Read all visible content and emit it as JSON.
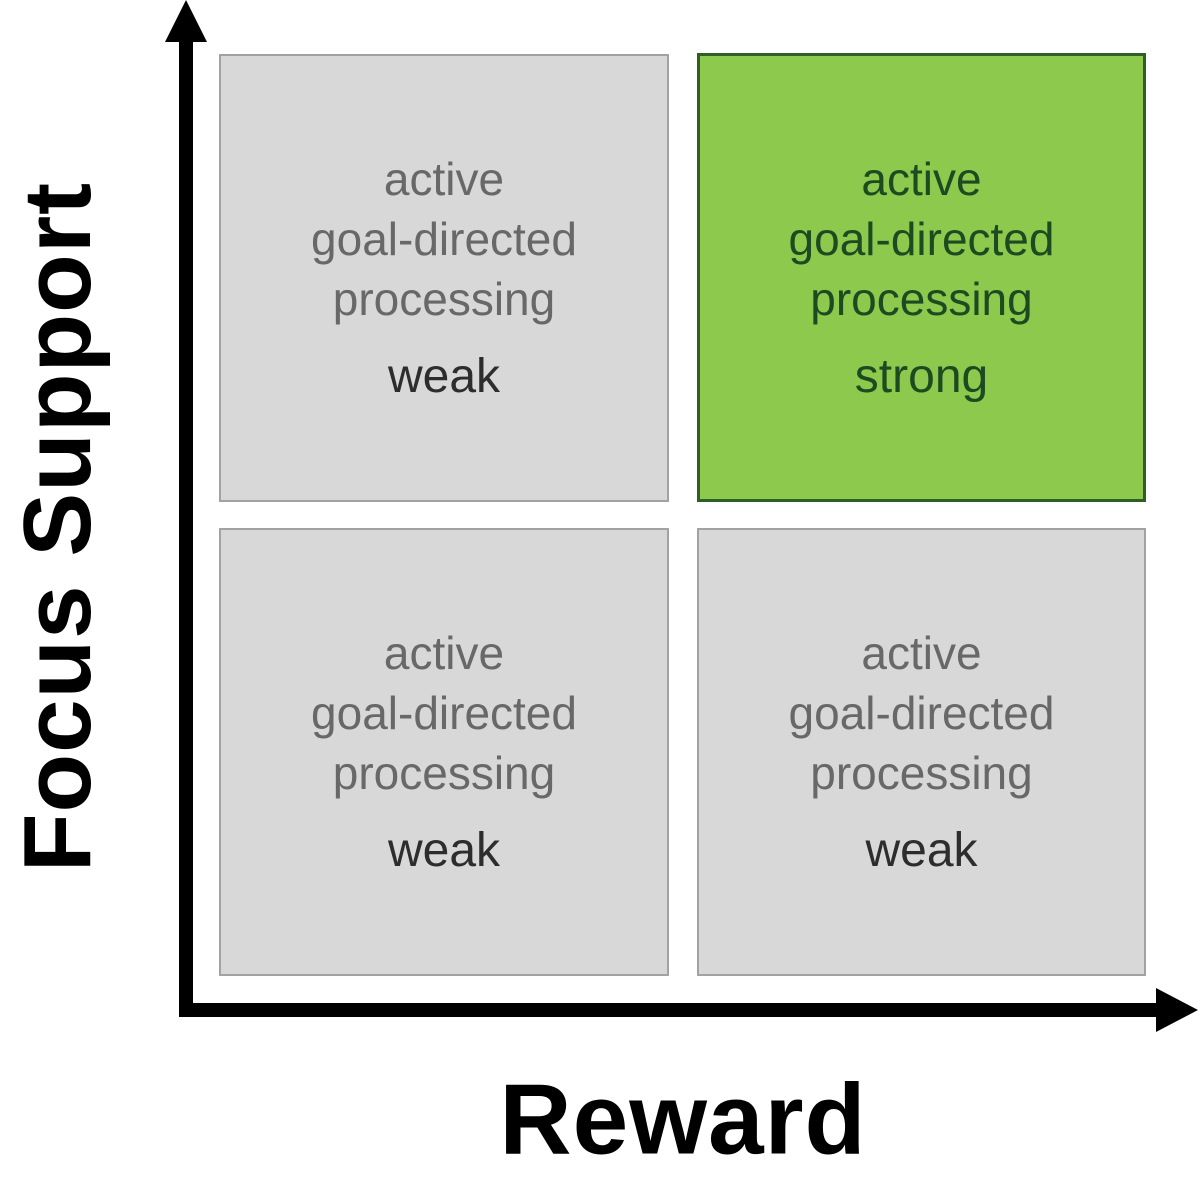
{
  "diagram": {
    "y_axis_label": "Focus Support",
    "x_axis_label": "Reward",
    "quadrants": [
      {
        "position": "top-left",
        "description": "active\ngoal-directed\nprocessing",
        "level": "weak",
        "highlighted": false
      },
      {
        "position": "top-right",
        "description": "active\ngoal-directed\nprocessing",
        "level": "strong",
        "highlighted": true
      },
      {
        "position": "bottom-left",
        "description": "active\ngoal-directed\nprocessing",
        "level": "weak",
        "highlighted": false
      },
      {
        "position": "bottom-right",
        "description": "active\ngoal-directed\nprocessing",
        "level": "weak",
        "highlighted": false
      }
    ],
    "colors": {
      "highlight_fill": "#8dc94d",
      "highlight_border": "#2d5f26",
      "highlight_text": "#1d4a20",
      "quadrant_fill": "#d8d8d8",
      "quadrant_border": "#a2a2a2",
      "quadrant_text": "#686868",
      "level_text": "#2d2d2d",
      "axis": "#000000"
    }
  }
}
